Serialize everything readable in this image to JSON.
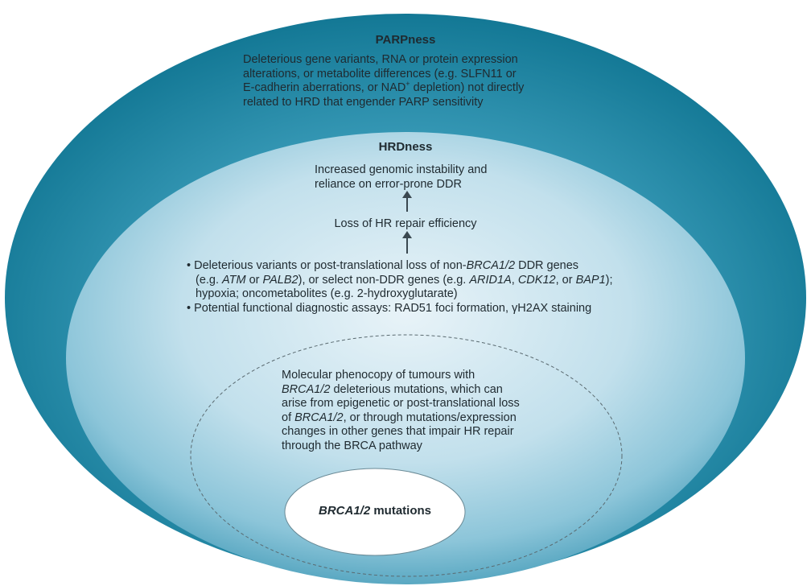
{
  "parpness": {
    "title": "PARPness",
    "lines": [
      "Deleterious gene variants, RNA or protein expression",
      "alterations, or metabolite differences (e.g. SLFN11 or",
      "E-cadherin aberrations, or NAD",
      "+",
      " depletion) not directly",
      "related to HRD that engender PARP sensitivity"
    ]
  },
  "hrdness": {
    "title": "HRDness",
    "instability": [
      "Increased genomic instability and",
      "reliance on error-prone DDR"
    ],
    "hr_loss": "Loss of HR repair efficiency",
    "bullet_symbol": "•",
    "bullets": {
      "b1_l1_a": "Deleterious variants or post-translational loss of non-",
      "b1_l1_b": "BRCA1/2",
      "b1_l1_c": " DDR genes",
      "b1_l2_a": "(e.g. ",
      "b1_l2_b": "ATM",
      "b1_l2_c": " or ",
      "b1_l2_d": "PALB2",
      "b1_l2_e": "), or select non-DDR genes (e.g. ",
      "b1_l2_f": "ARID1A",
      "b1_l2_g": ", ",
      "b1_l2_h": "CDK12",
      "b1_l2_i": ", or ",
      "b1_l2_j": "BAP1",
      "b1_l2_k": ");",
      "b1_l3": "hypoxia; oncometabolites (e.g. 2-hydroxyglutarate)",
      "b2": "Potential functional diagnostic assays: RAD51 foci formation, γH2AX staining"
    }
  },
  "phenocopy": {
    "l1": "Molecular phenocopy of tumours with",
    "l2_a": "BRCA1/2",
    "l2_b": " deleterious mutations, which can",
    "l3": "arise from epigenetic or post-translational loss",
    "l4_a": "of ",
    "l4_b": "BRCA1/2",
    "l4_c": ", or through mutations/expression",
    "l5": "changes in other genes that impair HR repair",
    "l6": "through the BRCA pathway"
  },
  "brca": {
    "label_italic": "BRCA1/2",
    "label_rest": " mutations"
  },
  "colors": {
    "outer_edge": "#1b7d99",
    "outer_mid": "#3a9bb6",
    "inner_center": "#e6f2f8",
    "inner_edge": "#6ab3cc",
    "dashed": "#5a6a70",
    "core": "#ffffff",
    "text": "#1f2a30"
  }
}
